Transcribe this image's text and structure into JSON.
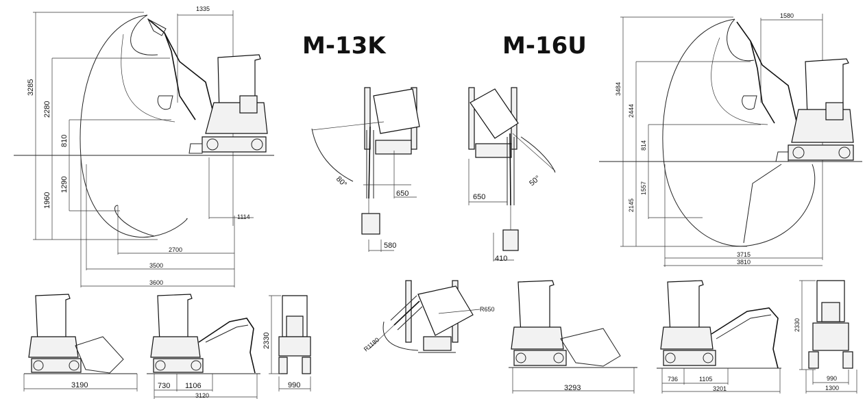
{
  "models": {
    "left": "M-13K",
    "right": "M-16U"
  },
  "m13k": {
    "working_range": {
      "top_reach": "1335",
      "max_height": "3285",
      "dump_height": "2280",
      "blade_up": "810",
      "blade_down": "1290",
      "dig_depth": "1960",
      "tail_radius": "1114",
      "reach_2700": "2700",
      "reach_3500": "3500",
      "reach_3600": "3600"
    },
    "swing": {
      "angle_left": "80°",
      "offset_left": "650",
      "bucket_width": "580"
    },
    "side_views": {
      "transport_length": "3190",
      "d730": "730",
      "d1106": "1106",
      "d3120": "3120",
      "height": "2330",
      "width": "990"
    }
  },
  "m16u": {
    "working_range": {
      "top_reach": "1580",
      "max_height": "3484",
      "dump_height": "2444",
      "blade_up": "814",
      "blade_down": "1557",
      "dig_depth": "2145",
      "reach_3715": "3715",
      "reach_3810": "3810"
    },
    "swing": {
      "angle_right": "50°",
      "offset_right": "650",
      "bucket_width": "410"
    },
    "rotation": {
      "r_tail": "R650",
      "r_front": "R1180"
    },
    "side_views": {
      "transport_length": "3293",
      "d736": "736",
      "d1105": "1105",
      "d3201": "3201",
      "height": "2330",
      "width": "990",
      "track_width": "1300"
    }
  }
}
